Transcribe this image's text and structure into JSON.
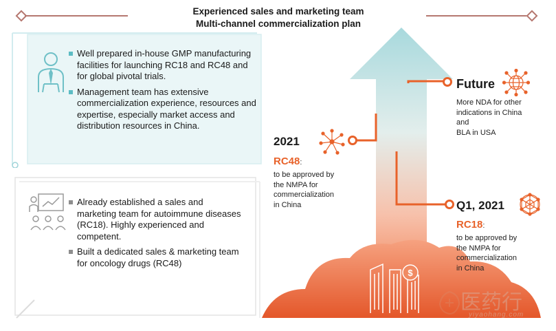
{
  "header": {
    "line1": "Experienced sales and marketing team",
    "line2": "Multi-channel commercialization plan"
  },
  "colors": {
    "accent_orange": "#e8622a",
    "teal": "#5cbcc4",
    "grey": "#8e8e8e",
    "rule": "#b5776f"
  },
  "panel_top": {
    "icon": "manager-icon",
    "bullets": [
      "Well prepared in-house GMP manufacturing facilities for launching RC18 and RC48 and for global pivotal trials.",
      "Management team has extensive commercialization experience, resources and expertise, especially market access and distribution resources in China."
    ]
  },
  "panel_bottom": {
    "icon": "team-presentation-icon",
    "bullets": [
      "Already established a sales and marketing team for autoimmune diseases (RC18). Highly experienced and competent.",
      "Built a dedicated sales & marketing team for oncology drugs (RC48)"
    ]
  },
  "milestones": {
    "m2021": {
      "year": "2021",
      "code": "RC48",
      "colon": ":",
      "desc": [
        "to be approved by",
        "the NMPA for",
        "commercialization",
        "in China"
      ],
      "icon": "network-node-icon"
    },
    "future": {
      "year": "Future",
      "desc": [
        "More NDA for other",
        "indications in China",
        "and",
        "BLA in USA"
      ],
      "icon": "globe-network-icon"
    },
    "q1_2021": {
      "year": "Q1, 2021",
      "code": "RC18",
      "colon": ":",
      "desc": [
        "to be approved by",
        "the NMPA for",
        "commercialization",
        "in China"
      ],
      "icon": "sphere-network-icon"
    }
  },
  "watermark": {
    "cn": "医药行",
    "latin": "yiyaohang.com"
  }
}
